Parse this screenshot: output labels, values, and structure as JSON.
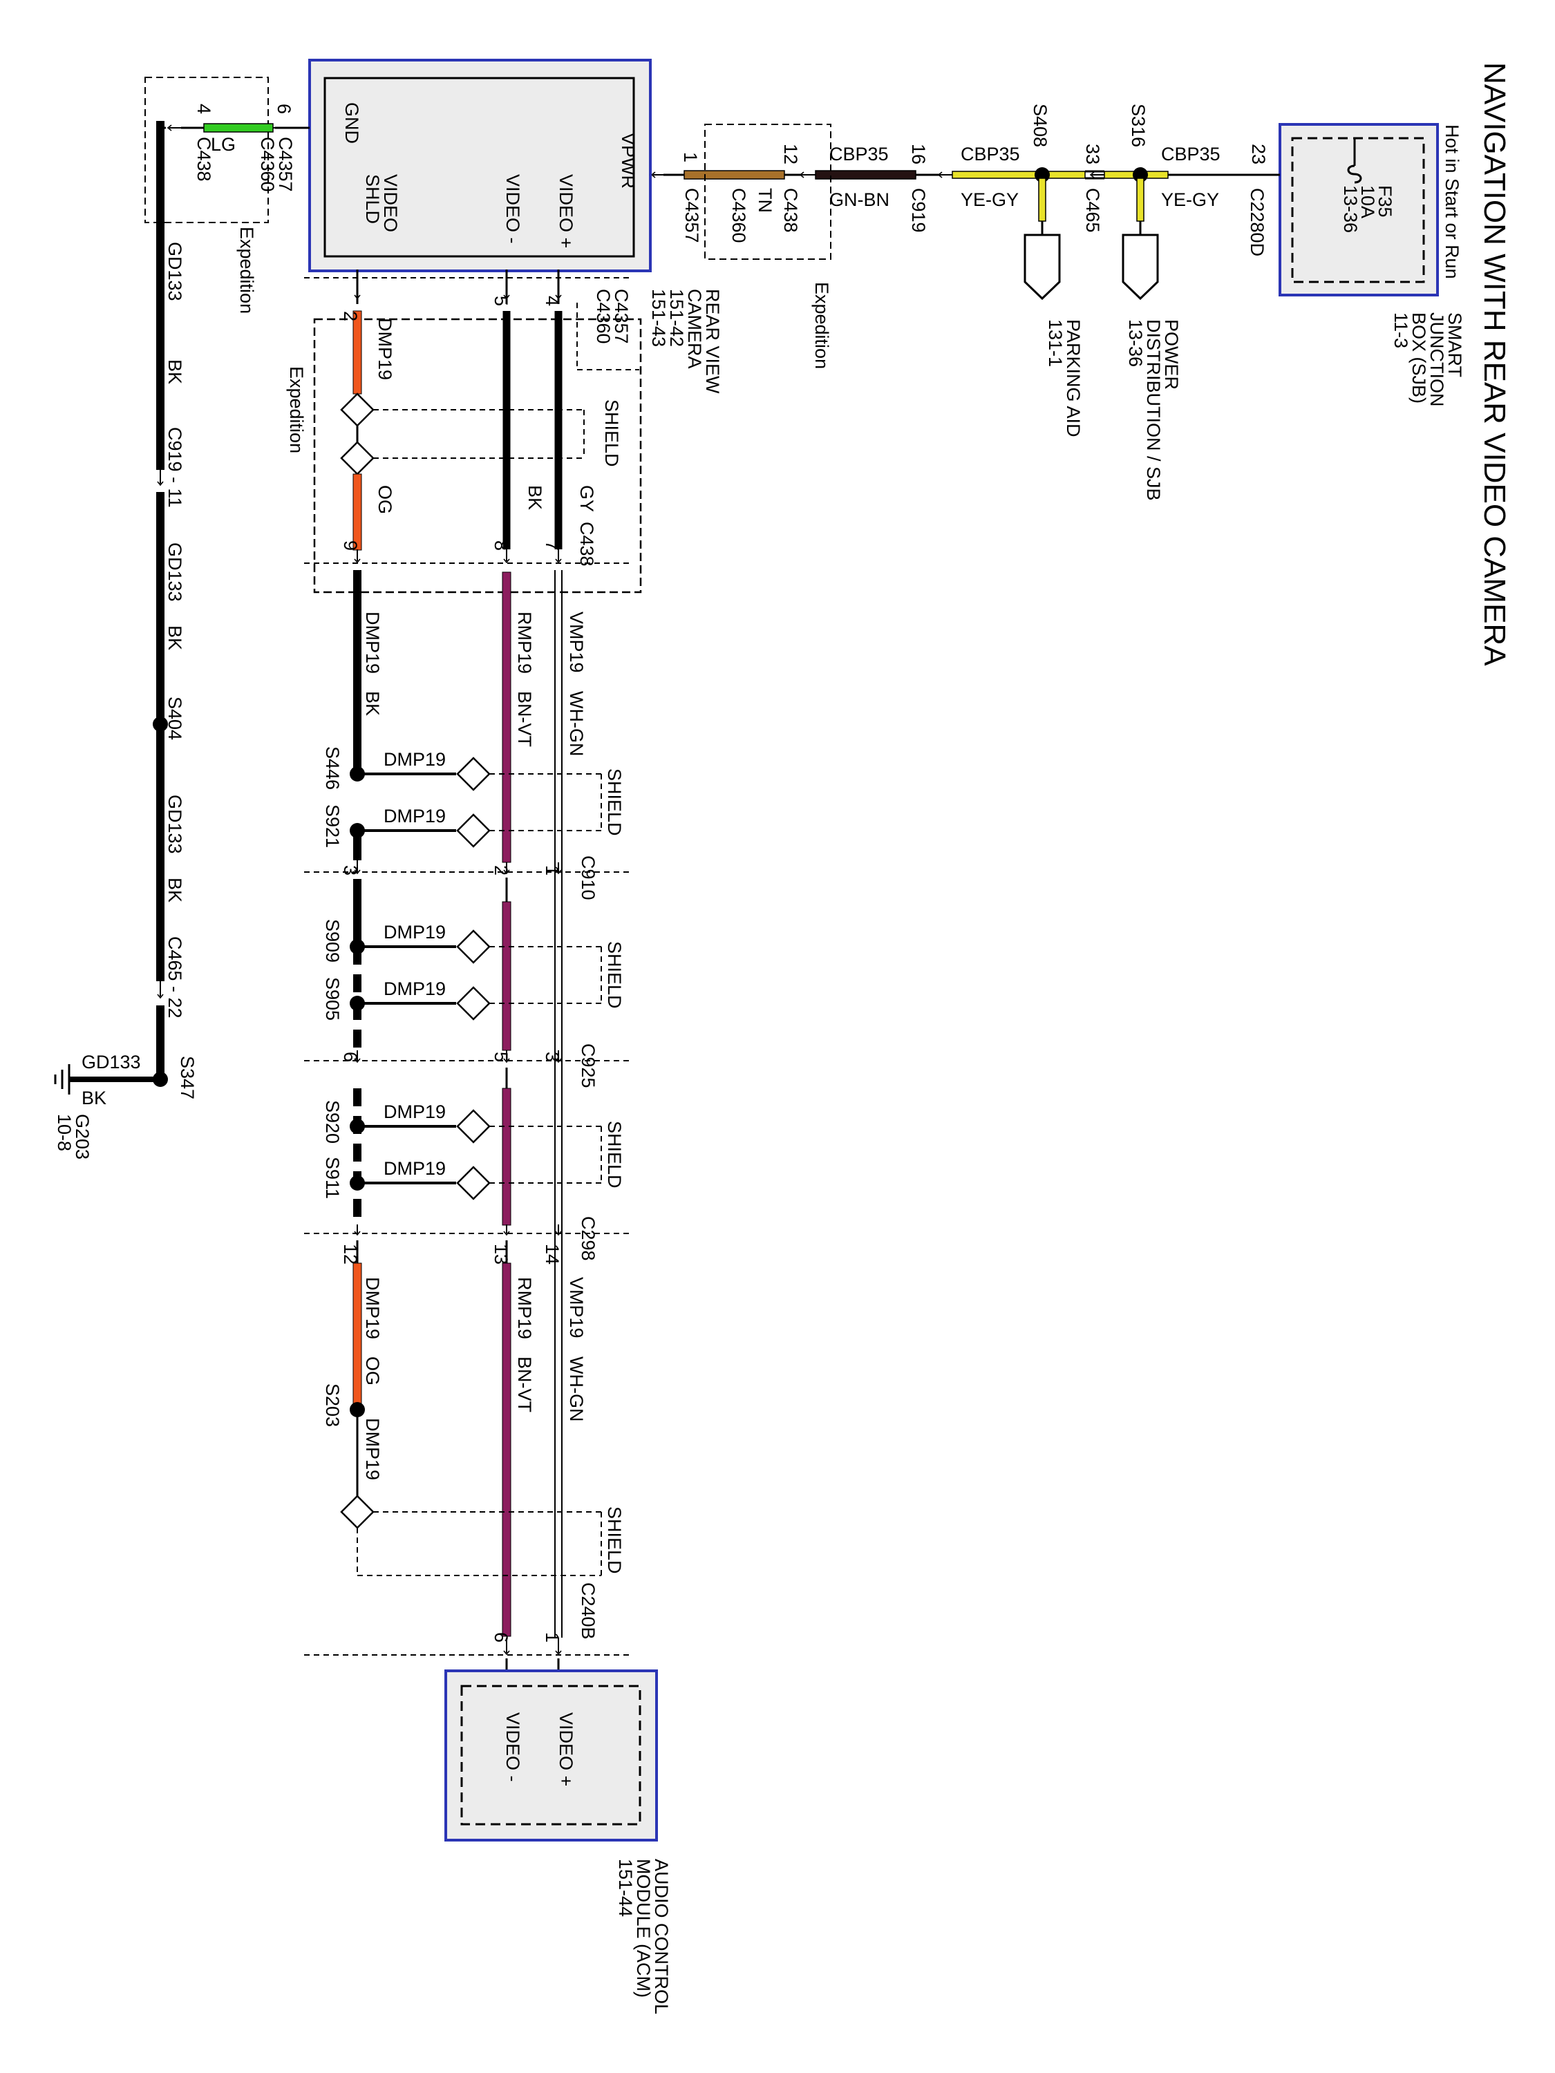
{
  "title": "NAVIGATION WITH REAR VIDEO CAMERA",
  "colors": {
    "blue_frame": "#2b35b5",
    "box_fill": "#ececec",
    "tan": "#a8712a",
    "brown_dark": "#241212",
    "yellow": "#e8e22a",
    "green": "#33cc22",
    "orange": "#f0561c",
    "purple": "#8c1d5e",
    "black": "#000000"
  },
  "sjb": {
    "hot": "Hot in Start or Run",
    "name_l1": "SMART",
    "name_l2": "JUNCTION",
    "name_l3": "BOX (SJB)",
    "ref": "11-3",
    "fuse": "F35",
    "amps": "10A",
    "fuse_ref": "13-36",
    "pin": "23",
    "conn": "C2280D"
  },
  "power_feed": {
    "wire1": "CBP35",
    "color1": "YE-GY",
    "s316": "S316",
    "pd_l1": "POWER",
    "pd_l2": "DISTRIBUTION / SJB",
    "pd_ref": "13-36",
    "pin33": "33",
    "c465": "C465",
    "wire2": "CBP35",
    "color2": "YE-GY",
    "s408": "S408",
    "pa_l1": "PARKING AID",
    "pa_ref": "131-1",
    "pin16": "16",
    "c919": "C919",
    "wire3": "CBP35",
    "color3": "GN-BN",
    "pin12": "12",
    "c438": "C438",
    "tn": "TN",
    "c4360": "C4360",
    "pin1": "1",
    "c4357": "C4357",
    "expedition": "Expedition"
  },
  "camera": {
    "vpwr": "VPWR",
    "gnd": "GND",
    "video_plus": "VIDEO +",
    "video_minus": "VIDEO -",
    "video_shld_l1": "VIDEO",
    "video_shld_l2": "SHLD",
    "name_l1": "REAR VIEW",
    "name_l2": "CAMERA",
    "ref1": "151-42",
    "ref2": "151-43"
  },
  "ground_top": {
    "pin6": "6",
    "pin4": "4",
    "lg": "LG",
    "c4357": "C4357",
    "c4360": "C4360",
    "c438": "C438",
    "expedition": "Expedition"
  },
  "cam_pins": {
    "p4": "4",
    "p5": "5",
    "p2": "2",
    "c4357": "C4357",
    "c4360": "C4360",
    "shield": "SHIELD",
    "gy": "GY",
    "bk": "BK",
    "og": "OG",
    "dmp19": "DMP19",
    "p7": "7",
    "p8": "8",
    "p9": "9",
    "c438": "C438",
    "expedition": "Expedition"
  },
  "harness": {
    "vmp19": "VMP19",
    "wh_gn": "WH-GN",
    "rmp19": "RMP19",
    "bn_vt": "BN-VT",
    "dmp19": "DMP19",
    "bk": "BK",
    "og": "OG",
    "s446": "S446",
    "s921": "S921",
    "c910": "C910",
    "c910_p1": "1",
    "c910_p2": "2",
    "c910_p3": "3",
    "s909": "S909",
    "s905": "S905",
    "c925": "C925",
    "c925_p3": "3",
    "c925_p5": "5",
    "c925_p6": "6",
    "s920": "S920",
    "s911": "S911",
    "c298": "C298",
    "c298_p14": "14",
    "c298_p13": "13",
    "c298_p12": "12",
    "s203": "S203",
    "c240b": "C240B",
    "c240b_p1": "1",
    "c240b_p6": "6",
    "shield": "SHIELD"
  },
  "ground_chain": {
    "gd133": "GD133",
    "bk": "BK",
    "c919_11": "C919 - 11",
    "s404": "S404",
    "c465_22": "C465 - 22",
    "s347": "S347",
    "g203": "G203",
    "g203_ref": "10-8"
  },
  "acm": {
    "video_plus": "VIDEO +",
    "video_minus": "VIDEO -",
    "name_l1": "AUDIO CONTROL",
    "name_l2": "MODULE (ACM)",
    "ref": "151-44"
  }
}
